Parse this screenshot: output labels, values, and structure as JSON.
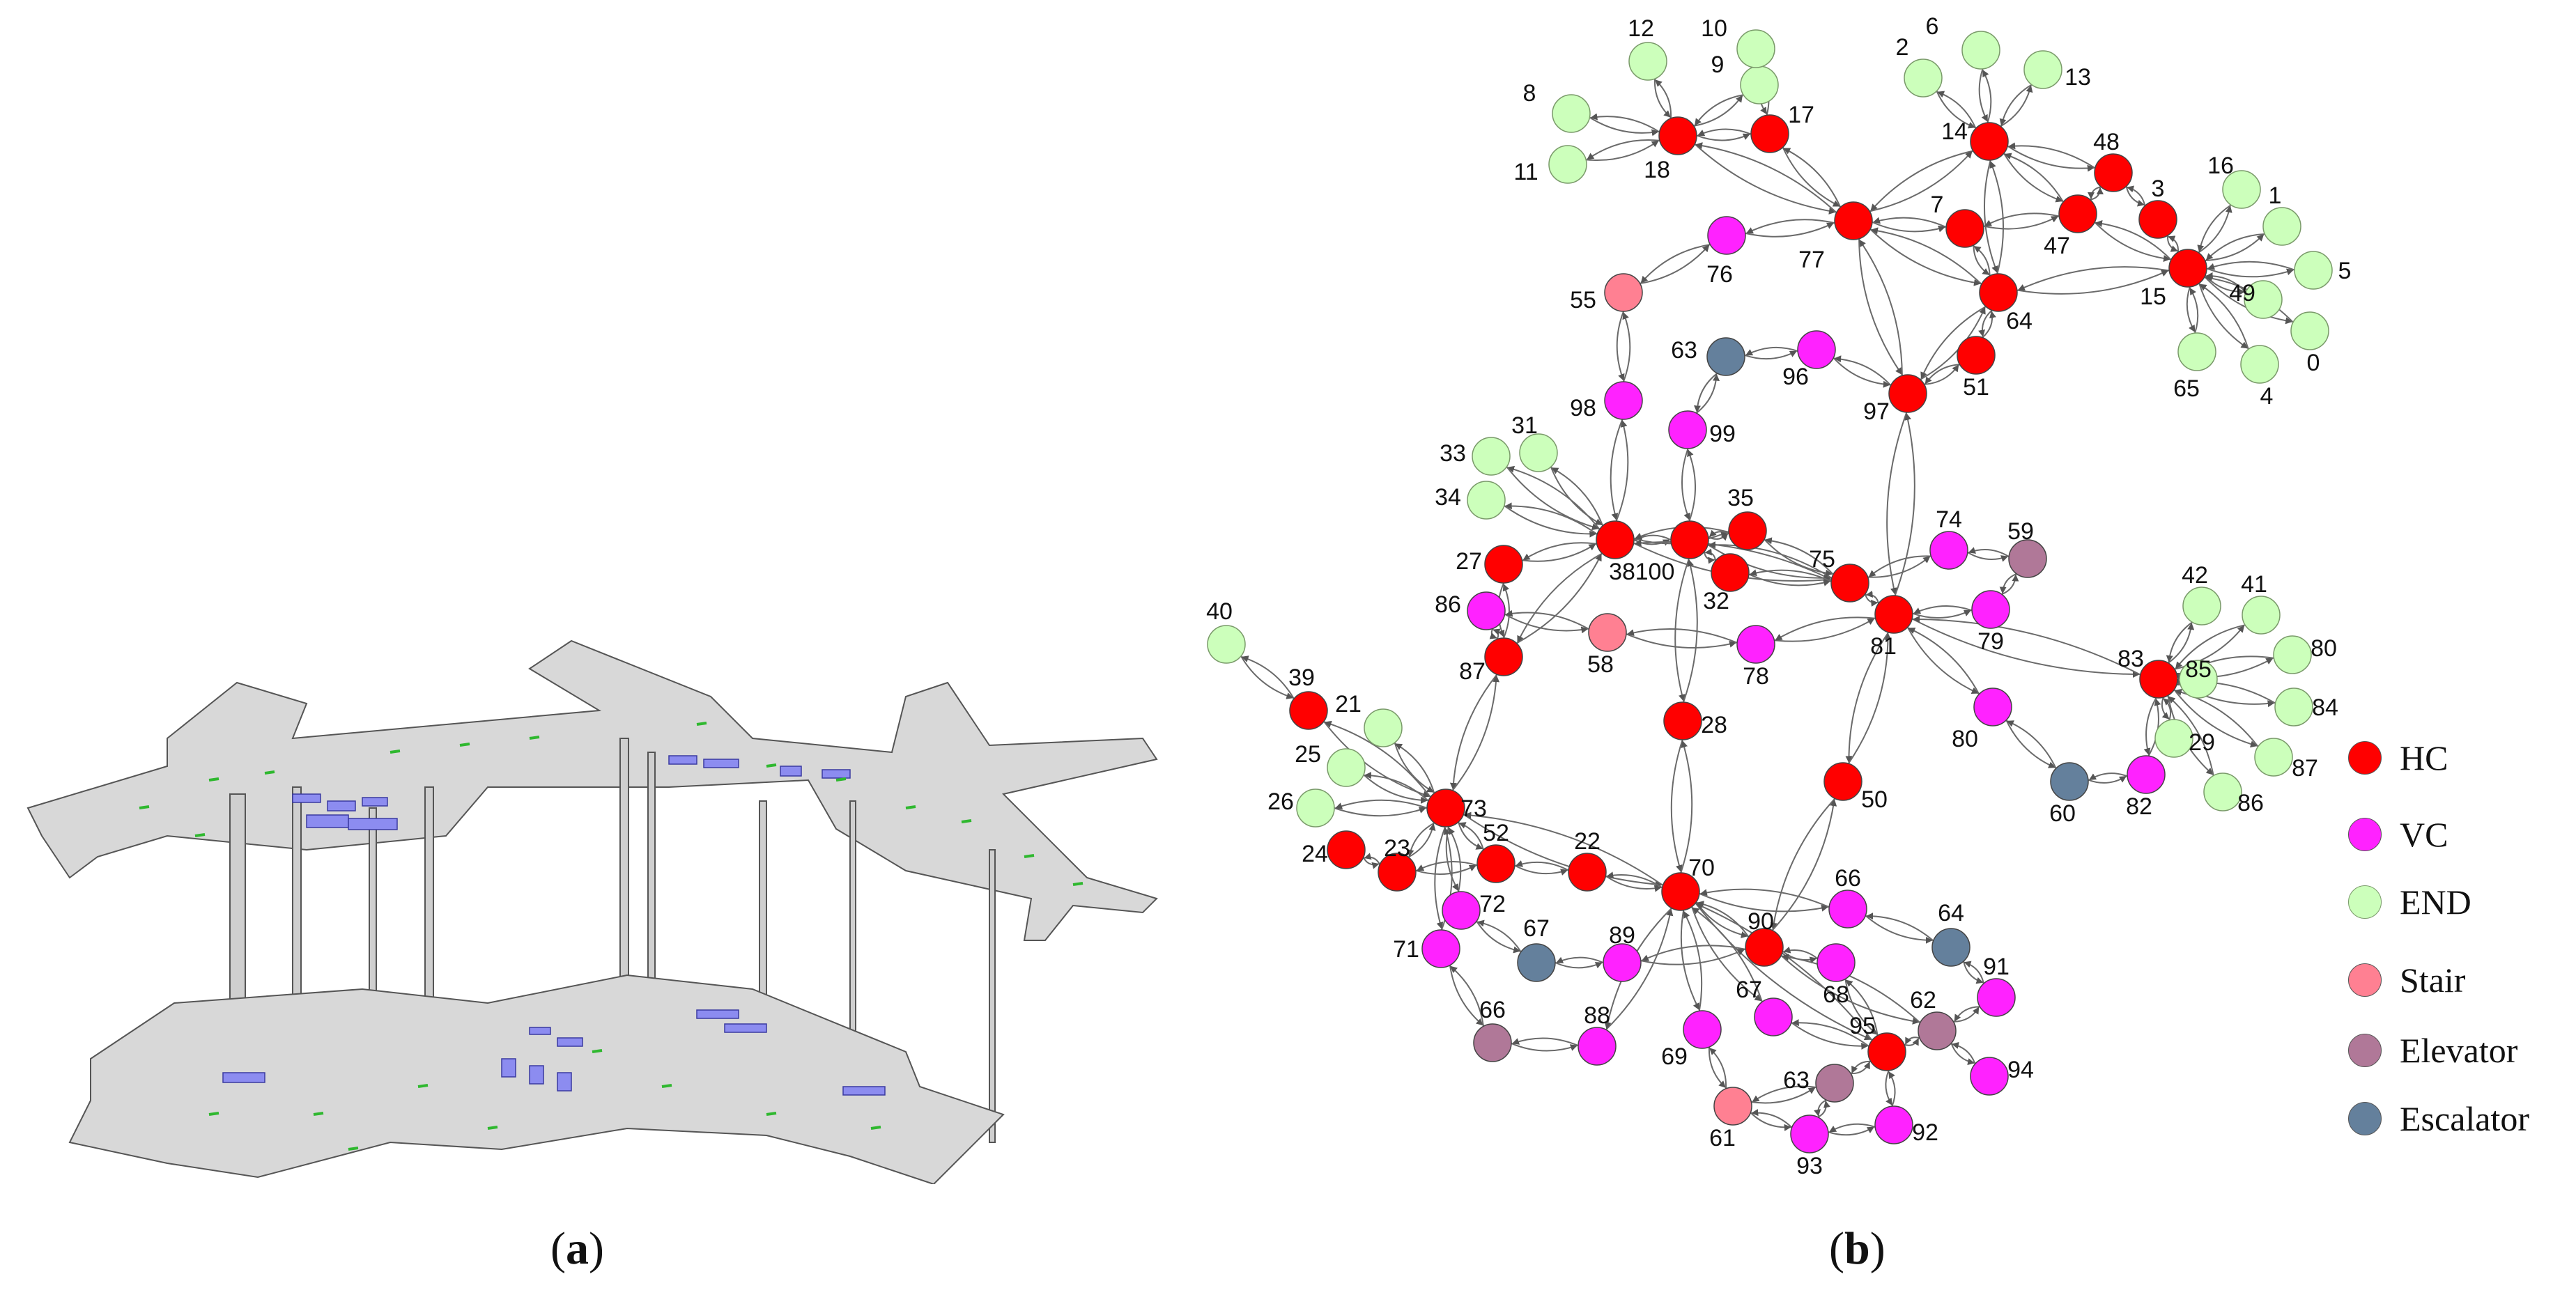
{
  "captions": {
    "a": "a",
    "b": "b"
  },
  "colors": {
    "HC": "#ff0000",
    "VC": "#ff22ff",
    "END": "#ccffbb",
    "Stair": "#ff8092",
    "Elevator": "#b07898",
    "Escalator": "#64809c",
    "floor": "#d8d8d8",
    "room": "#8c8cf0",
    "door": "#2fb82f"
  },
  "legend": [
    {
      "type": "HC",
      "label": "HC"
    },
    {
      "type": "VC",
      "label": "VC"
    },
    {
      "type": "END",
      "label": "END"
    },
    {
      "type": "Stair",
      "label": "Stair"
    },
    {
      "type": "Elevator",
      "label": "Elevator"
    },
    {
      "type": "Escalator",
      "label": "Escalator"
    }
  ],
  "graph": {
    "nodes": [
      {
        "id": "9",
        "type": "END"
      },
      {
        "id": "12",
        "type": "END"
      },
      {
        "id": "10",
        "type": "END"
      },
      {
        "id": "8",
        "type": "END"
      },
      {
        "id": "11",
        "type": "END"
      },
      {
        "id": "18",
        "type": "HC"
      },
      {
        "id": "17",
        "type": "HC"
      },
      {
        "id": "2",
        "type": "END"
      },
      {
        "id": "6",
        "type": "END"
      },
      {
        "id": "13",
        "type": "END"
      },
      {
        "id": "14",
        "type": "HC"
      },
      {
        "id": "48",
        "type": "HC"
      },
      {
        "id": "3",
        "type": "HC"
      },
      {
        "id": "16",
        "type": "END"
      },
      {
        "id": "1",
        "type": "END"
      },
      {
        "id": "7",
        "type": "HC"
      },
      {
        "id": "47",
        "type": "HC"
      },
      {
        "id": "77",
        "type": "HC"
      },
      {
        "id": "76",
        "type": "VC"
      },
      {
        "id": "49",
        "type": "END"
      },
      {
        "id": "5",
        "type": "END"
      },
      {
        "id": "15",
        "type": "HC"
      },
      {
        "id": "0",
        "type": "END"
      },
      {
        "id": "4",
        "type": "END"
      },
      {
        "id": "65",
        "type": "END"
      },
      {
        "id": "64a",
        "label": "64",
        "type": "HC"
      },
      {
        "id": "55",
        "type": "Stair"
      },
      {
        "id": "63a",
        "label": "63",
        "type": "Escalator"
      },
      {
        "id": "96",
        "type": "VC"
      },
      {
        "id": "51",
        "type": "HC"
      },
      {
        "id": "97",
        "type": "HC"
      },
      {
        "id": "98",
        "type": "VC"
      },
      {
        "id": "99",
        "type": "VC"
      },
      {
        "id": "31",
        "type": "END"
      },
      {
        "id": "33",
        "type": "END"
      },
      {
        "id": "34",
        "type": "END"
      },
      {
        "id": "35",
        "type": "HC"
      },
      {
        "id": "38",
        "type": "HC"
      },
      {
        "id": "100",
        "type": "HC"
      },
      {
        "id": "27",
        "type": "HC"
      },
      {
        "id": "32",
        "type": "HC"
      },
      {
        "id": "75",
        "type": "HC"
      },
      {
        "id": "74",
        "type": "VC"
      },
      {
        "id": "59",
        "type": "Elevator"
      },
      {
        "id": "86a",
        "label": "86",
        "type": "VC"
      },
      {
        "id": "87a",
        "label": "87",
        "type": "HC"
      },
      {
        "id": "58",
        "type": "Stair"
      },
      {
        "id": "78",
        "type": "VC"
      },
      {
        "id": "81",
        "type": "HC"
      },
      {
        "id": "79",
        "type": "VC"
      },
      {
        "id": "42",
        "type": "END"
      },
      {
        "id": "41",
        "type": "END"
      },
      {
        "id": "80b",
        "label": "80",
        "type": "END"
      },
      {
        "id": "83",
        "type": "HC"
      },
      {
        "id": "85",
        "type": "END"
      },
      {
        "id": "84",
        "type": "END"
      },
      {
        "id": "40",
        "type": "END"
      },
      {
        "id": "39",
        "type": "HC"
      },
      {
        "id": "21",
        "type": "END"
      },
      {
        "id": "28",
        "type": "HC"
      },
      {
        "id": "80a",
        "label": "80",
        "type": "VC"
      },
      {
        "id": "29",
        "type": "END"
      },
      {
        "id": "87b",
        "label": "87",
        "type": "END"
      },
      {
        "id": "25",
        "type": "END"
      },
      {
        "id": "86b",
        "label": "86",
        "type": "END"
      },
      {
        "id": "60",
        "type": "Escalator"
      },
      {
        "id": "82",
        "type": "VC"
      },
      {
        "id": "26",
        "type": "END"
      },
      {
        "id": "73",
        "type": "HC"
      },
      {
        "id": "50",
        "type": "HC"
      },
      {
        "id": "52",
        "type": "HC"
      },
      {
        "id": "22",
        "type": "HC"
      },
      {
        "id": "24",
        "type": "HC"
      },
      {
        "id": "23",
        "type": "HC"
      },
      {
        "id": "70",
        "type": "HC"
      },
      {
        "id": "66a",
        "label": "66",
        "type": "VC"
      },
      {
        "id": "64b",
        "label": "64",
        "type": "Escalator"
      },
      {
        "id": "72",
        "type": "VC"
      },
      {
        "id": "90",
        "type": "HC"
      },
      {
        "id": "67a",
        "label": "67",
        "type": "Escalator"
      },
      {
        "id": "89",
        "type": "VC"
      },
      {
        "id": "71",
        "type": "VC"
      },
      {
        "id": "91",
        "type": "VC"
      },
      {
        "id": "68",
        "type": "VC"
      },
      {
        "id": "62",
        "type": "Elevator"
      },
      {
        "id": "66b",
        "label": "66",
        "type": "Elevator"
      },
      {
        "id": "88",
        "type": "VC"
      },
      {
        "id": "67b",
        "label": "67",
        "type": "VC"
      },
      {
        "id": "95",
        "type": "HC"
      },
      {
        "id": "69",
        "type": "VC"
      },
      {
        "id": "94",
        "type": "VC"
      },
      {
        "id": "63b",
        "label": "63",
        "type": "Elevator"
      },
      {
        "id": "61",
        "type": "Stair"
      },
      {
        "id": "92",
        "type": "VC"
      },
      {
        "id": "93",
        "type": "VC"
      }
    ],
    "edges": [
      [
        "18",
        "9"
      ],
      [
        "18",
        "12"
      ],
      [
        "18",
        "8"
      ],
      [
        "18",
        "11"
      ],
      [
        "18",
        "17"
      ],
      [
        "17",
        "10"
      ],
      [
        "17",
        "77"
      ],
      [
        "18",
        "77"
      ],
      [
        "14",
        "2"
      ],
      [
        "14",
        "6"
      ],
      [
        "14",
        "13"
      ],
      [
        "14",
        "48"
      ],
      [
        "14",
        "47"
      ],
      [
        "14",
        "77"
      ],
      [
        "14",
        "64a"
      ],
      [
        "48",
        "3"
      ],
      [
        "48",
        "47"
      ],
      [
        "3",
        "15"
      ],
      [
        "47",
        "15"
      ],
      [
        "47",
        "7"
      ],
      [
        "7",
        "77"
      ],
      [
        "7",
        "64a"
      ],
      [
        "15",
        "16"
      ],
      [
        "15",
        "1"
      ],
      [
        "15",
        "49"
      ],
      [
        "15",
        "5"
      ],
      [
        "15",
        "0"
      ],
      [
        "15",
        "4"
      ],
      [
        "15",
        "65"
      ],
      [
        "15",
        "64a"
      ],
      [
        "77",
        "76"
      ],
      [
        "77",
        "97"
      ],
      [
        "77",
        "64a"
      ],
      [
        "76",
        "55"
      ],
      [
        "55",
        "98"
      ],
      [
        "64a",
        "51"
      ],
      [
        "64a",
        "97"
      ],
      [
        "97",
        "96"
      ],
      [
        "97",
        "51"
      ],
      [
        "97",
        "81"
      ],
      [
        "96",
        "63a"
      ],
      [
        "63a",
        "99"
      ],
      [
        "99",
        "100"
      ],
      [
        "98",
        "38"
      ],
      [
        "38",
        "31"
      ],
      [
        "38",
        "33"
      ],
      [
        "38",
        "34"
      ],
      [
        "38",
        "27"
      ],
      [
        "38",
        "100"
      ],
      [
        "38",
        "35"
      ],
      [
        "38",
        "75"
      ],
      [
        "38",
        "87a"
      ],
      [
        "100",
        "35"
      ],
      [
        "100",
        "32"
      ],
      [
        "100",
        "75"
      ],
      [
        "100",
        "28"
      ],
      [
        "35",
        "75"
      ],
      [
        "32",
        "75"
      ],
      [
        "75",
        "74"
      ],
      [
        "75",
        "81"
      ],
      [
        "74",
        "59"
      ],
      [
        "59",
        "79"
      ],
      [
        "79",
        "81"
      ],
      [
        "27",
        "87a"
      ],
      [
        "86a",
        "87a"
      ],
      [
        "86a",
        "58"
      ],
      [
        "58",
        "78"
      ],
      [
        "78",
        "81"
      ],
      [
        "81",
        "83"
      ],
      [
        "81",
        "80a"
      ],
      [
        "81",
        "50"
      ],
      [
        "80a",
        "60"
      ],
      [
        "60",
        "82"
      ],
      [
        "82",
        "83"
      ],
      [
        "83",
        "42"
      ],
      [
        "83",
        "41"
      ],
      [
        "83",
        "80b"
      ],
      [
        "83",
        "85"
      ],
      [
        "83",
        "84"
      ],
      [
        "83",
        "29"
      ],
      [
        "83",
        "87b"
      ],
      [
        "83",
        "86b"
      ],
      [
        "87a",
        "73"
      ],
      [
        "40",
        "39"
      ],
      [
        "39",
        "73"
      ],
      [
        "21",
        "73"
      ],
      [
        "25",
        "73"
      ],
      [
        "26",
        "73"
      ],
      [
        "73",
        "52"
      ],
      [
        "73",
        "23"
      ],
      [
        "73",
        "70"
      ],
      [
        "73",
        "72"
      ],
      [
        "73",
        "71"
      ],
      [
        "24",
        "23"
      ],
      [
        "23",
        "52"
      ],
      [
        "52",
        "22"
      ],
      [
        "22",
        "70"
      ],
      [
        "28",
        "70"
      ],
      [
        "70",
        "90"
      ],
      [
        "70",
        "66a"
      ],
      [
        "70",
        "69"
      ],
      [
        "70",
        "67b"
      ],
      [
        "70",
        "95"
      ],
      [
        "50",
        "90"
      ],
      [
        "66a",
        "64b"
      ],
      [
        "64b",
        "91"
      ],
      [
        "90",
        "89"
      ],
      [
        "90",
        "68"
      ],
      [
        "90",
        "62"
      ],
      [
        "89",
        "67a"
      ],
      [
        "67a",
        "72"
      ],
      [
        "71",
        "66b"
      ],
      [
        "66b",
        "88"
      ],
      [
        "88",
        "70"
      ],
      [
        "68",
        "95"
      ],
      [
        "62",
        "95"
      ],
      [
        "62",
        "94"
      ],
      [
        "91",
        "62"
      ],
      [
        "95",
        "92"
      ],
      [
        "95",
        "63b"
      ],
      [
        "63b",
        "93"
      ],
      [
        "63b",
        "61"
      ],
      [
        "61",
        "93"
      ],
      [
        "93",
        "92"
      ],
      [
        "69",
        "61"
      ],
      [
        "67b",
        "95"
      ]
    ]
  }
}
